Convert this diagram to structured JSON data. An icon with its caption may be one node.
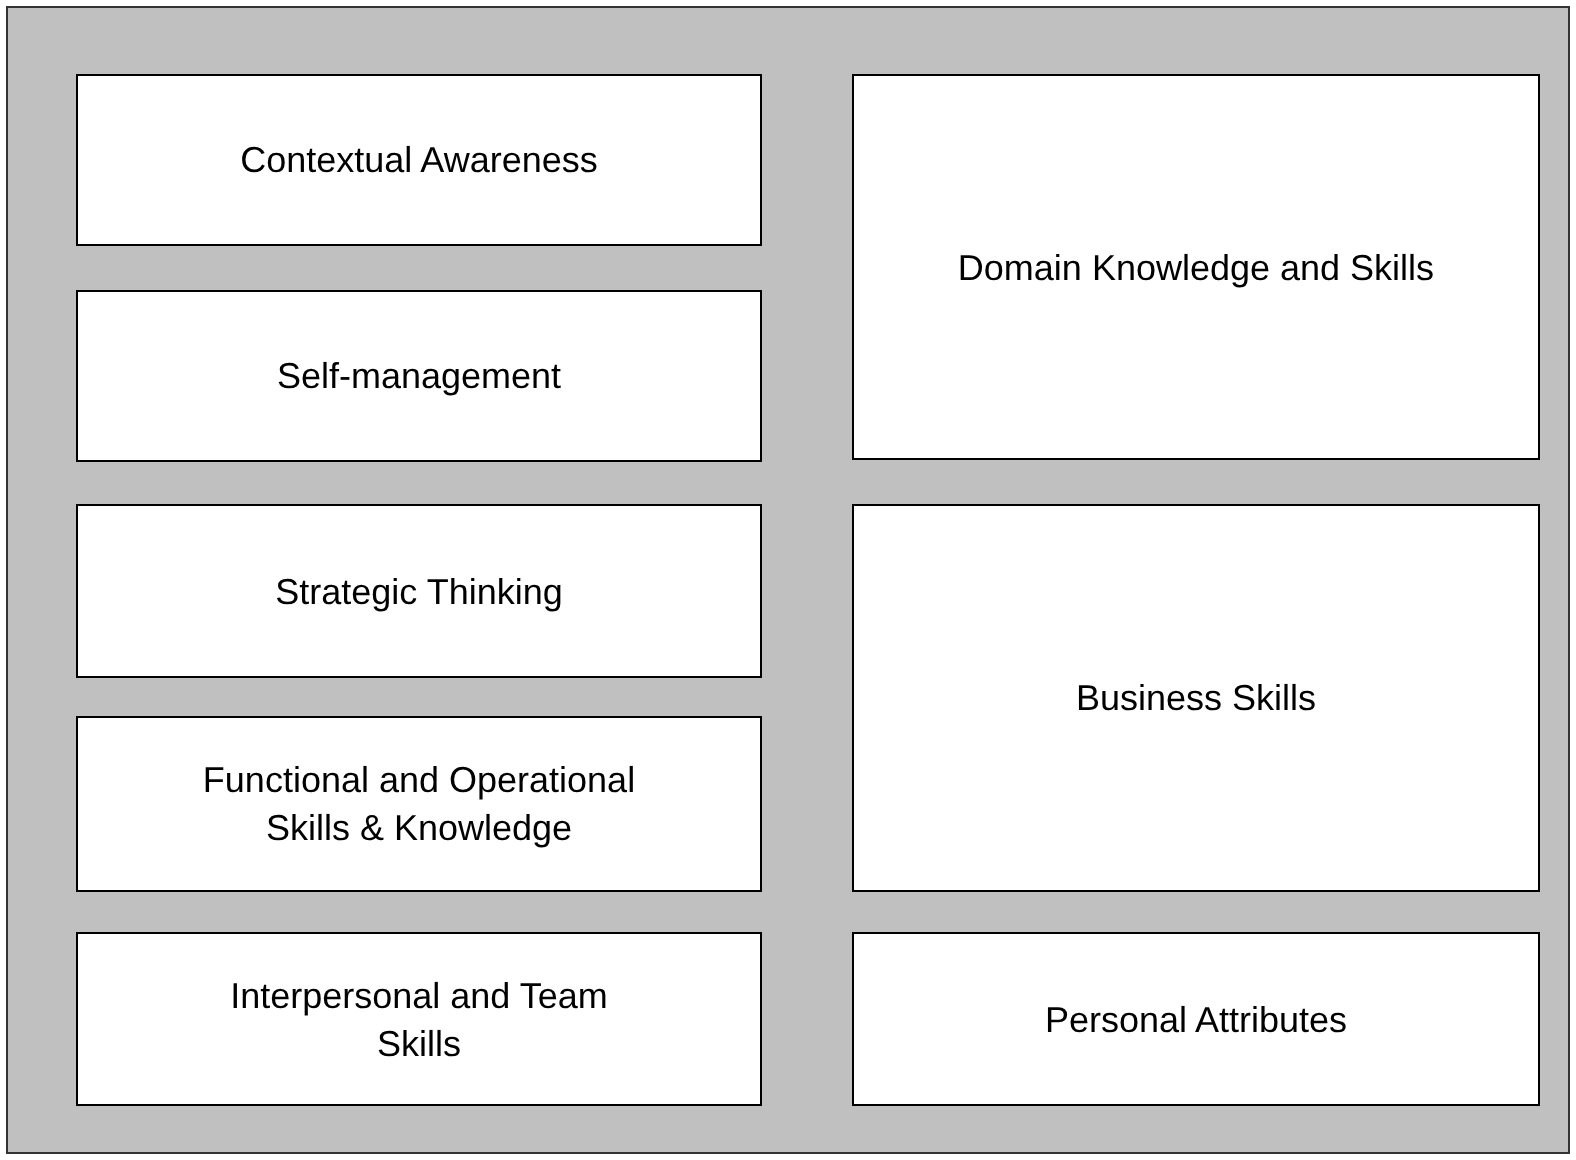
{
  "diagram": {
    "nodes": [
      {
        "text": [
          "Contextual Awareness"
        ]
      },
      {
        "text": [
          "Self-management"
        ]
      },
      {
        "text": [
          "Strategic Thinking"
        ]
      },
      {
        "text": [
          "Functional and Operational Skills & Knowledge"
        ]
      },
      {
        "text": [
          "Interpersonal and Team Skills"
        ]
      },
      {
        "text": [
          "Domain Knowledge and Skills"
        ]
      },
      {
        "text": [
          "Business Skills"
        ]
      },
      {
        "text": [
          "Personal Attributes"
        ]
      }
    ]
  }
}
